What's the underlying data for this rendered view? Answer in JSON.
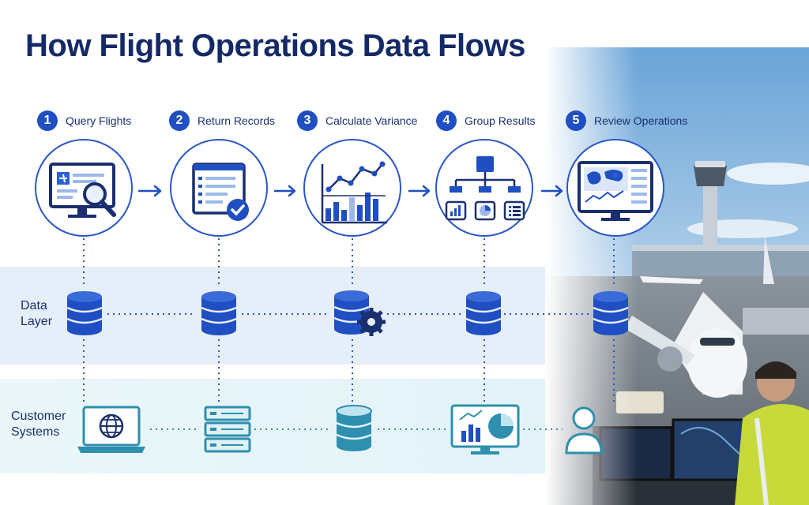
{
  "title": "How Flight Operations Data Flows",
  "steps": [
    {
      "number": "1",
      "label": "Query Flights",
      "icon": "monitor-search-icon"
    },
    {
      "number": "2",
      "label": "Return Records",
      "icon": "checklist-icon"
    },
    {
      "number": "3",
      "label": "Calculate Variance",
      "icon": "line-bar-chart-icon"
    },
    {
      "number": "4",
      "label": "Group Results",
      "icon": "hierarchy-icon"
    },
    {
      "number": "5",
      "label": "Review Operations",
      "icon": "map-dashboard-icon"
    }
  ],
  "rows": {
    "data_layer": {
      "label_line1": "Data",
      "label_line2": "Layer",
      "icons": [
        "database-icon",
        "database-icon",
        "database-gear-icon",
        "database-icon",
        "database-icon"
      ]
    },
    "customer_systems": {
      "label_line1": "Customer",
      "label_line2": "Systems",
      "icons": [
        "laptop-globe-icon",
        "server-stack-icon",
        "database-icon",
        "dashboard-monitor-icon",
        "user-icon"
      ]
    }
  },
  "colors": {
    "primary": "#1f4fc2",
    "navy": "#142a66",
    "teal": "#2e8fae",
    "band_blue": "#e6eef9",
    "band_teal": "#e4f3f8"
  },
  "photo": {
    "subject": "airport-apron-photo"
  }
}
